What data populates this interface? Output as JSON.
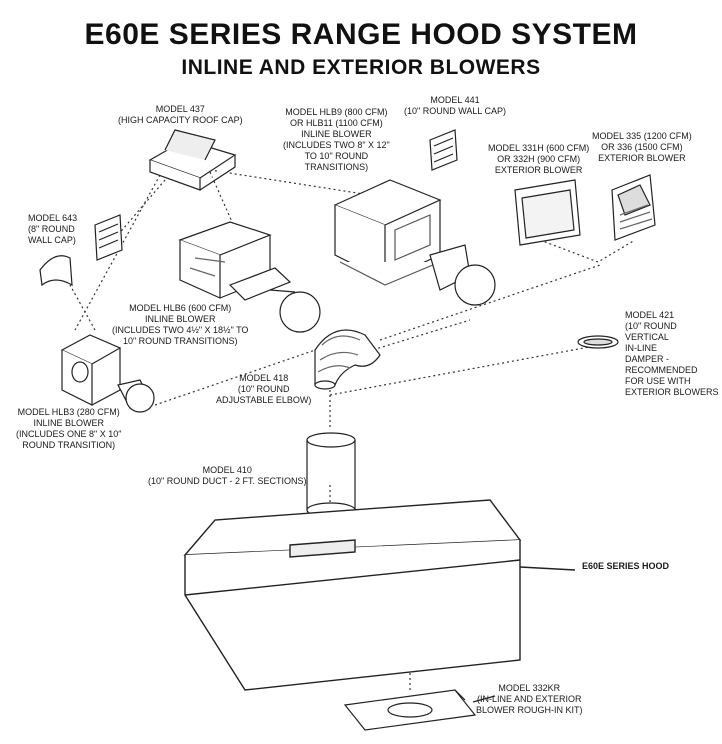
{
  "title": "E60E SERIES RANGE HOOD SYSTEM",
  "subtitle": "INLINE AND EXTERIOR BLOWERS",
  "labels": {
    "m437": "MODEL 437\n(HIGH CAPACITY ROOF CAP)",
    "hlb9": "MODEL HLB9 (800 CFM)\nOR HLB11 (1100 CFM)\nINLINE BLOWER\n(INCLUDES TWO 8\" X 12\"\nTO 10\" ROUND\nTRANSITIONS)",
    "m441": "MODEL 441\n(10\" ROUND WALL CAP)",
    "m331": "MODEL 331H (600 CFM)\nOR 332H (900 CFM)\nEXTERIOR BLOWER",
    "m335": "MODEL 335 (1200 CFM)\nOR 336 (1500 CFM)\nEXTERIOR BLOWER",
    "m643": "MODEL 643\n(8\" ROUND\nWALL CAP)",
    "hlb6": "MODEL HLB6 (600 CFM)\nINLINE BLOWER\n(INCLUDES TWO 4½\" X 18½\" TO\n10\" ROUND TRANSITIONS)",
    "m421": "MODEL 421\n(10\" ROUND\nVERTICAL\nIN-LINE\nDAMPER -\nRECOMMENDED\nFOR USE WITH\nEXTERIOR BLOWERS",
    "m418": "MODEL 418\n(10\" ROUND\nADJUSTABLE ELBOW)",
    "hlb3": "MODEL HLB3 (280 CFM)\nINLINE BLOWER\n(INCLUDES ONE 8\" X 10\"\nROUND TRANSITION)",
    "m410": "MODEL 410\n(10\" ROUND DUCT - 2 FT. SECTIONS)",
    "hood": "E60E SERIES HOOD",
    "m332kr": "MODEL 332KR\n(IN-LINE AND EXTERIOR\nBLOWER ROUGH-IN KIT)"
  }
}
